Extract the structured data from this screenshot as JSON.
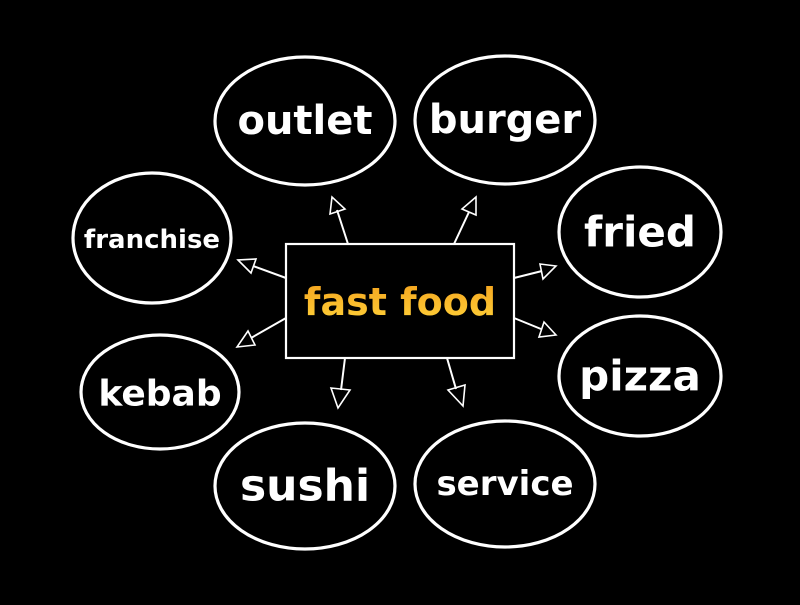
{
  "diagram": {
    "center": {
      "label": "fast food"
    },
    "nodes": [
      {
        "id": "outlet",
        "label": "outlet"
      },
      {
        "id": "burger",
        "label": "burger"
      },
      {
        "id": "franchise",
        "label": "franchise"
      },
      {
        "id": "fried",
        "label": "fried"
      },
      {
        "id": "kebab",
        "label": "kebab"
      },
      {
        "id": "pizza",
        "label": "pizza"
      },
      {
        "id": "sushi",
        "label": "sushi"
      },
      {
        "id": "service",
        "label": "service"
      }
    ]
  },
  "colors": {
    "background": "#000000",
    "outline": "#ffffff",
    "center_gradient_top": "#f4a21d",
    "center_gradient_bottom": "#ffd23a"
  }
}
